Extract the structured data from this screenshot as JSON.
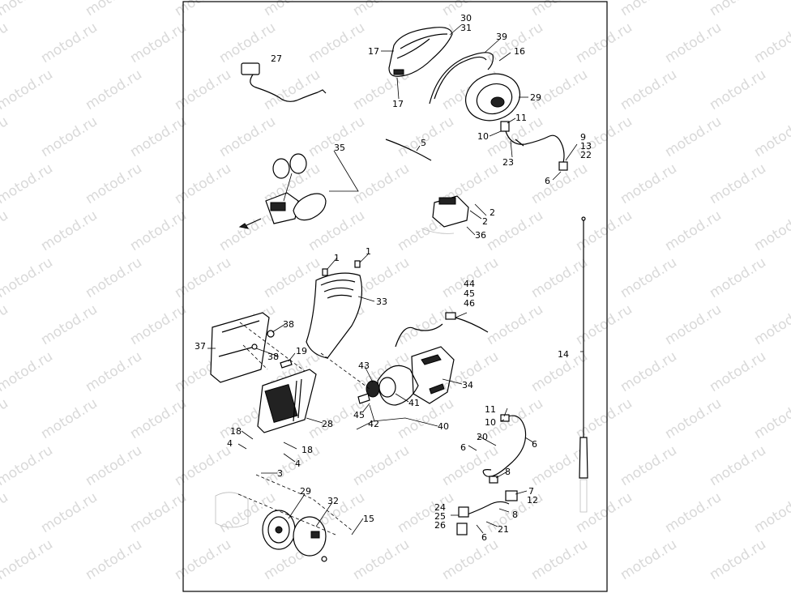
{
  "watermark": {
    "text": "motod.ru"
  },
  "callouts": [
    "30",
    "31",
    "39",
    "17",
    "16",
    "17",
    "29",
    "27",
    "11",
    "10",
    "9",
    "13",
    "22",
    "23",
    "6",
    "35",
    "5",
    "2",
    "2",
    "36",
    "1",
    "1",
    "33",
    "44",
    "45",
    "46",
    "38",
    "37",
    "38",
    "19",
    "43",
    "34",
    "14",
    "41",
    "45",
    "42",
    "40",
    "11",
    "10",
    "20",
    "6",
    "6",
    "8",
    "28",
    "18",
    "4",
    "18",
    "4",
    "3",
    "29",
    "32",
    "15",
    "7",
    "12",
    "24",
    "25",
    "26",
    "8",
    "21",
    "6"
  ]
}
